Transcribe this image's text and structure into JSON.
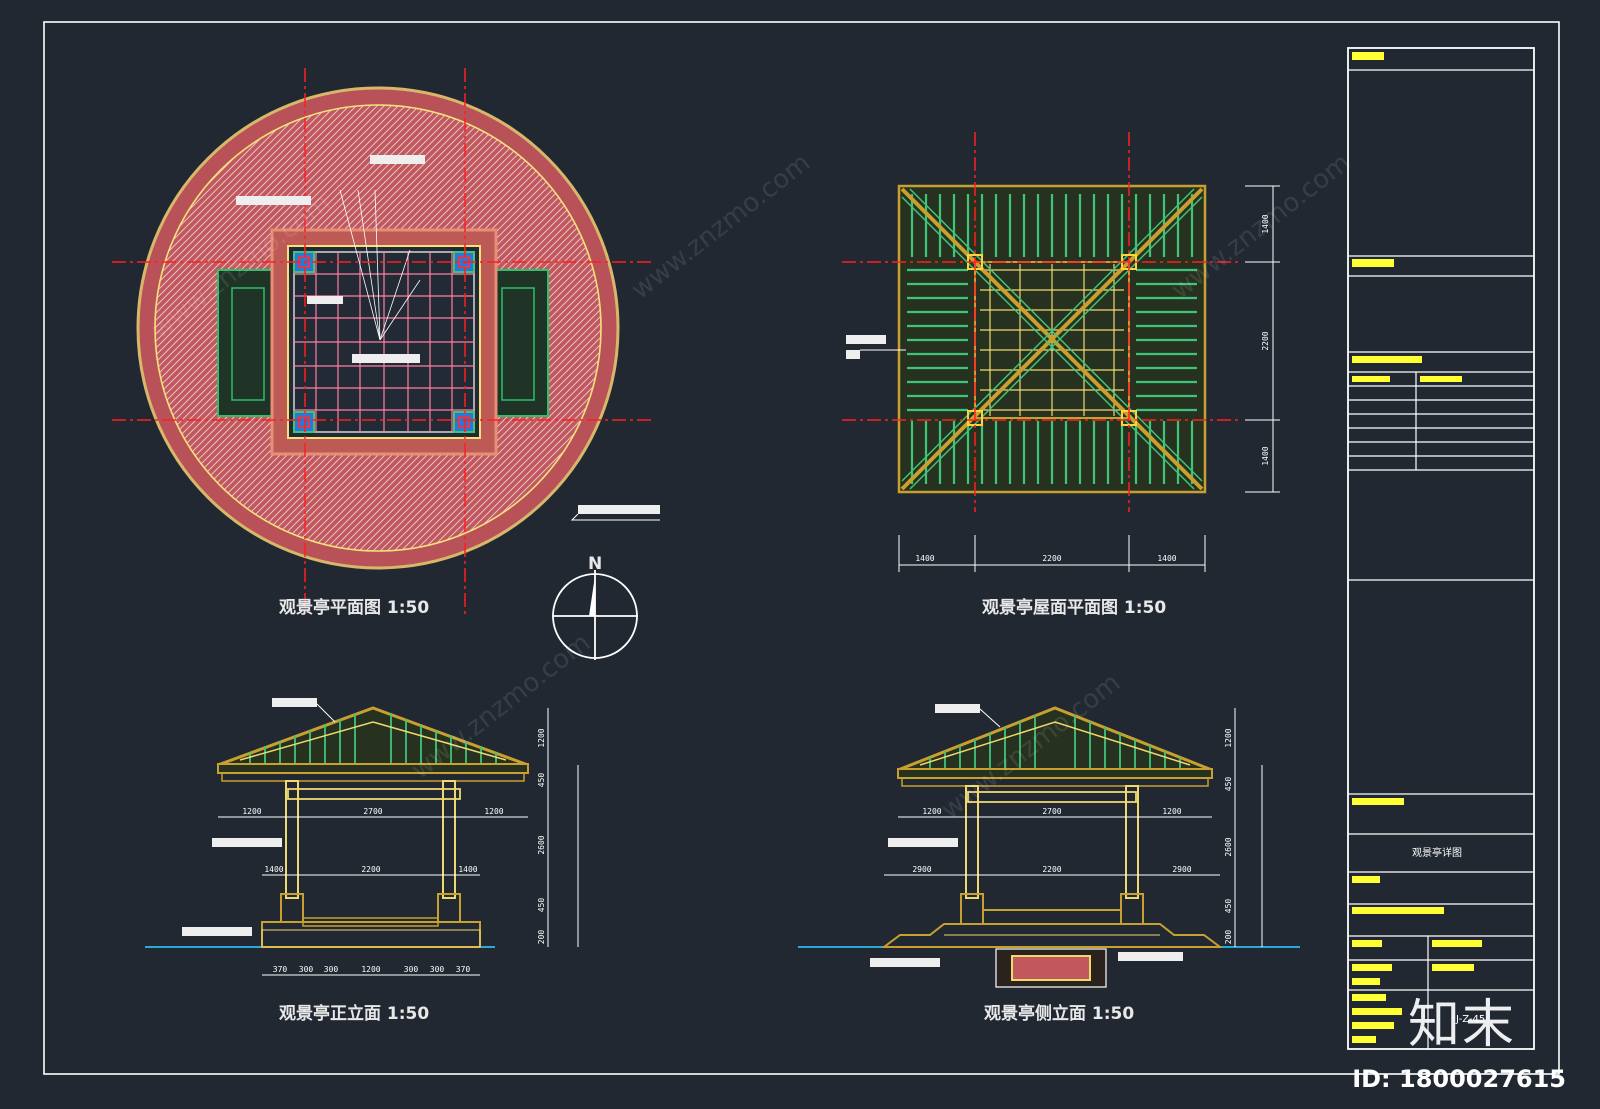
{
  "titles": {
    "plan": "观景亭平面图 1:50",
    "roof_plan": "观景亭屋面平面图 1:50",
    "front_elevation": "观景亭正立面 1:50",
    "side_elevation": "观景亭侧立面 1:50"
  },
  "north_arrow": "N",
  "roof_dims": {
    "bottom": [
      "1400",
      "2200",
      "1400"
    ],
    "right": [
      "1400",
      "2200",
      "1400"
    ]
  },
  "front_dims": {
    "upper": [
      "1200",
      "2700",
      "1200"
    ],
    "lower": [
      "1400",
      "2200",
      "1400"
    ],
    "base": [
      "370",
      "300",
      "300",
      "1200",
      "300",
      "300",
      "370"
    ],
    "right": [
      "1200",
      "450",
      "2600",
      "450",
      "200"
    ]
  },
  "side_dims": {
    "upper": [
      "1200",
      "2700",
      "1200"
    ],
    "lower": [
      "2900",
      "2200",
      "2900"
    ],
    "right": [
      "1200",
      "450",
      "2600",
      "450",
      "200"
    ]
  },
  "title_block": {
    "project_name": "观景亭详图",
    "drawing_number": "J-Z-45"
  },
  "watermark": "www.znzmo.com",
  "brand_logo": "知末",
  "image_id": "ID: 1800027615",
  "colors": {
    "background": "#212832",
    "paving": "#c0585e",
    "brick": "#d46a6a",
    "axis": "#ff1e1e",
    "structure": "#c8a030",
    "rafter": "#3fc47a",
    "column": "#f0d870",
    "title_block_text": "#ffff33",
    "water_line": "#2aa8d8"
  }
}
